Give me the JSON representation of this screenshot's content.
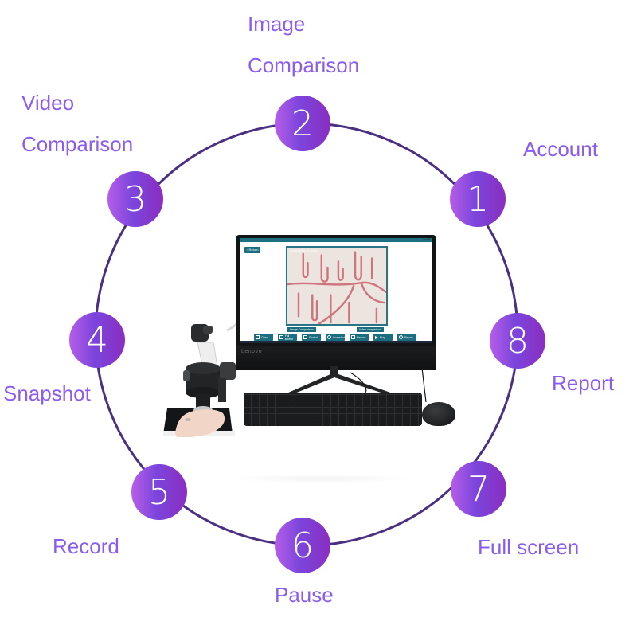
{
  "colors": {
    "label_text": "#8b5cf0",
    "ring_line": "#4a3080",
    "node_gradient": [
      "#b65ee8",
      "#7b45dc",
      "#8a2ec0"
    ],
    "app_accent": "#1a6e80"
  },
  "features": [
    {
      "number": "1",
      "label": "Account"
    },
    {
      "number": "2",
      "label": "Image Comparison",
      "label_lines": [
        "Image",
        "Comparison"
      ]
    },
    {
      "number": "3",
      "label": "Video Comparison",
      "label_lines": [
        "Video",
        "Comparison"
      ]
    },
    {
      "number": "4",
      "label": "Snapshot"
    },
    {
      "number": "5",
      "label": "Record"
    },
    {
      "number": "6",
      "label": "Pause"
    },
    {
      "number": "7",
      "label": "Full screen"
    },
    {
      "number": "8",
      "label": "Report"
    }
  ],
  "device": {
    "brand": "Lenovo",
    "app": {
      "return_label": "Return",
      "timestamp": "2025/05/10 15:31:44",
      "image_comparison_label": "Image Comparison",
      "video_comparison_label": "Video comparison",
      "toolbar": [
        {
          "label": "Open",
          "icon": "folder-icon"
        },
        {
          "label": "Full screen",
          "icon": "fullscreen-icon"
        },
        {
          "label": "Scaled",
          "icon": "scale-icon"
        },
        {
          "label": "Snapshot",
          "icon": "camera-icon"
        },
        {
          "label": "Record",
          "icon": "record-icon"
        },
        {
          "label": "Play",
          "icon": "play-icon"
        },
        {
          "label": "Report",
          "icon": "report-icon"
        }
      ]
    }
  }
}
